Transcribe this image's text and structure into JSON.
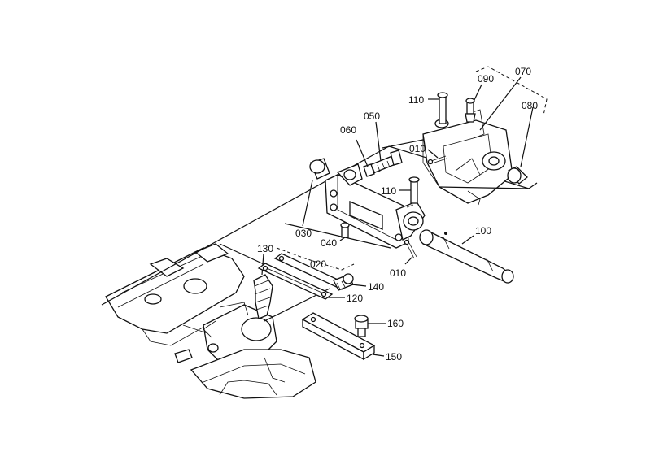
{
  "diagram": {
    "part_labels": {
      "p110a": "110",
      "p090": "090",
      "p070": "070",
      "p080": "080",
      "p060": "060",
      "p050": "050",
      "p010a": "010",
      "p110b": "110",
      "p100": "100",
      "p030": "030",
      "p040": "040",
      "p020": "020",
      "p010b": "010",
      "p130": "130",
      "p140": "140",
      "p120": "120",
      "p160": "160",
      "p150": "150"
    }
  }
}
